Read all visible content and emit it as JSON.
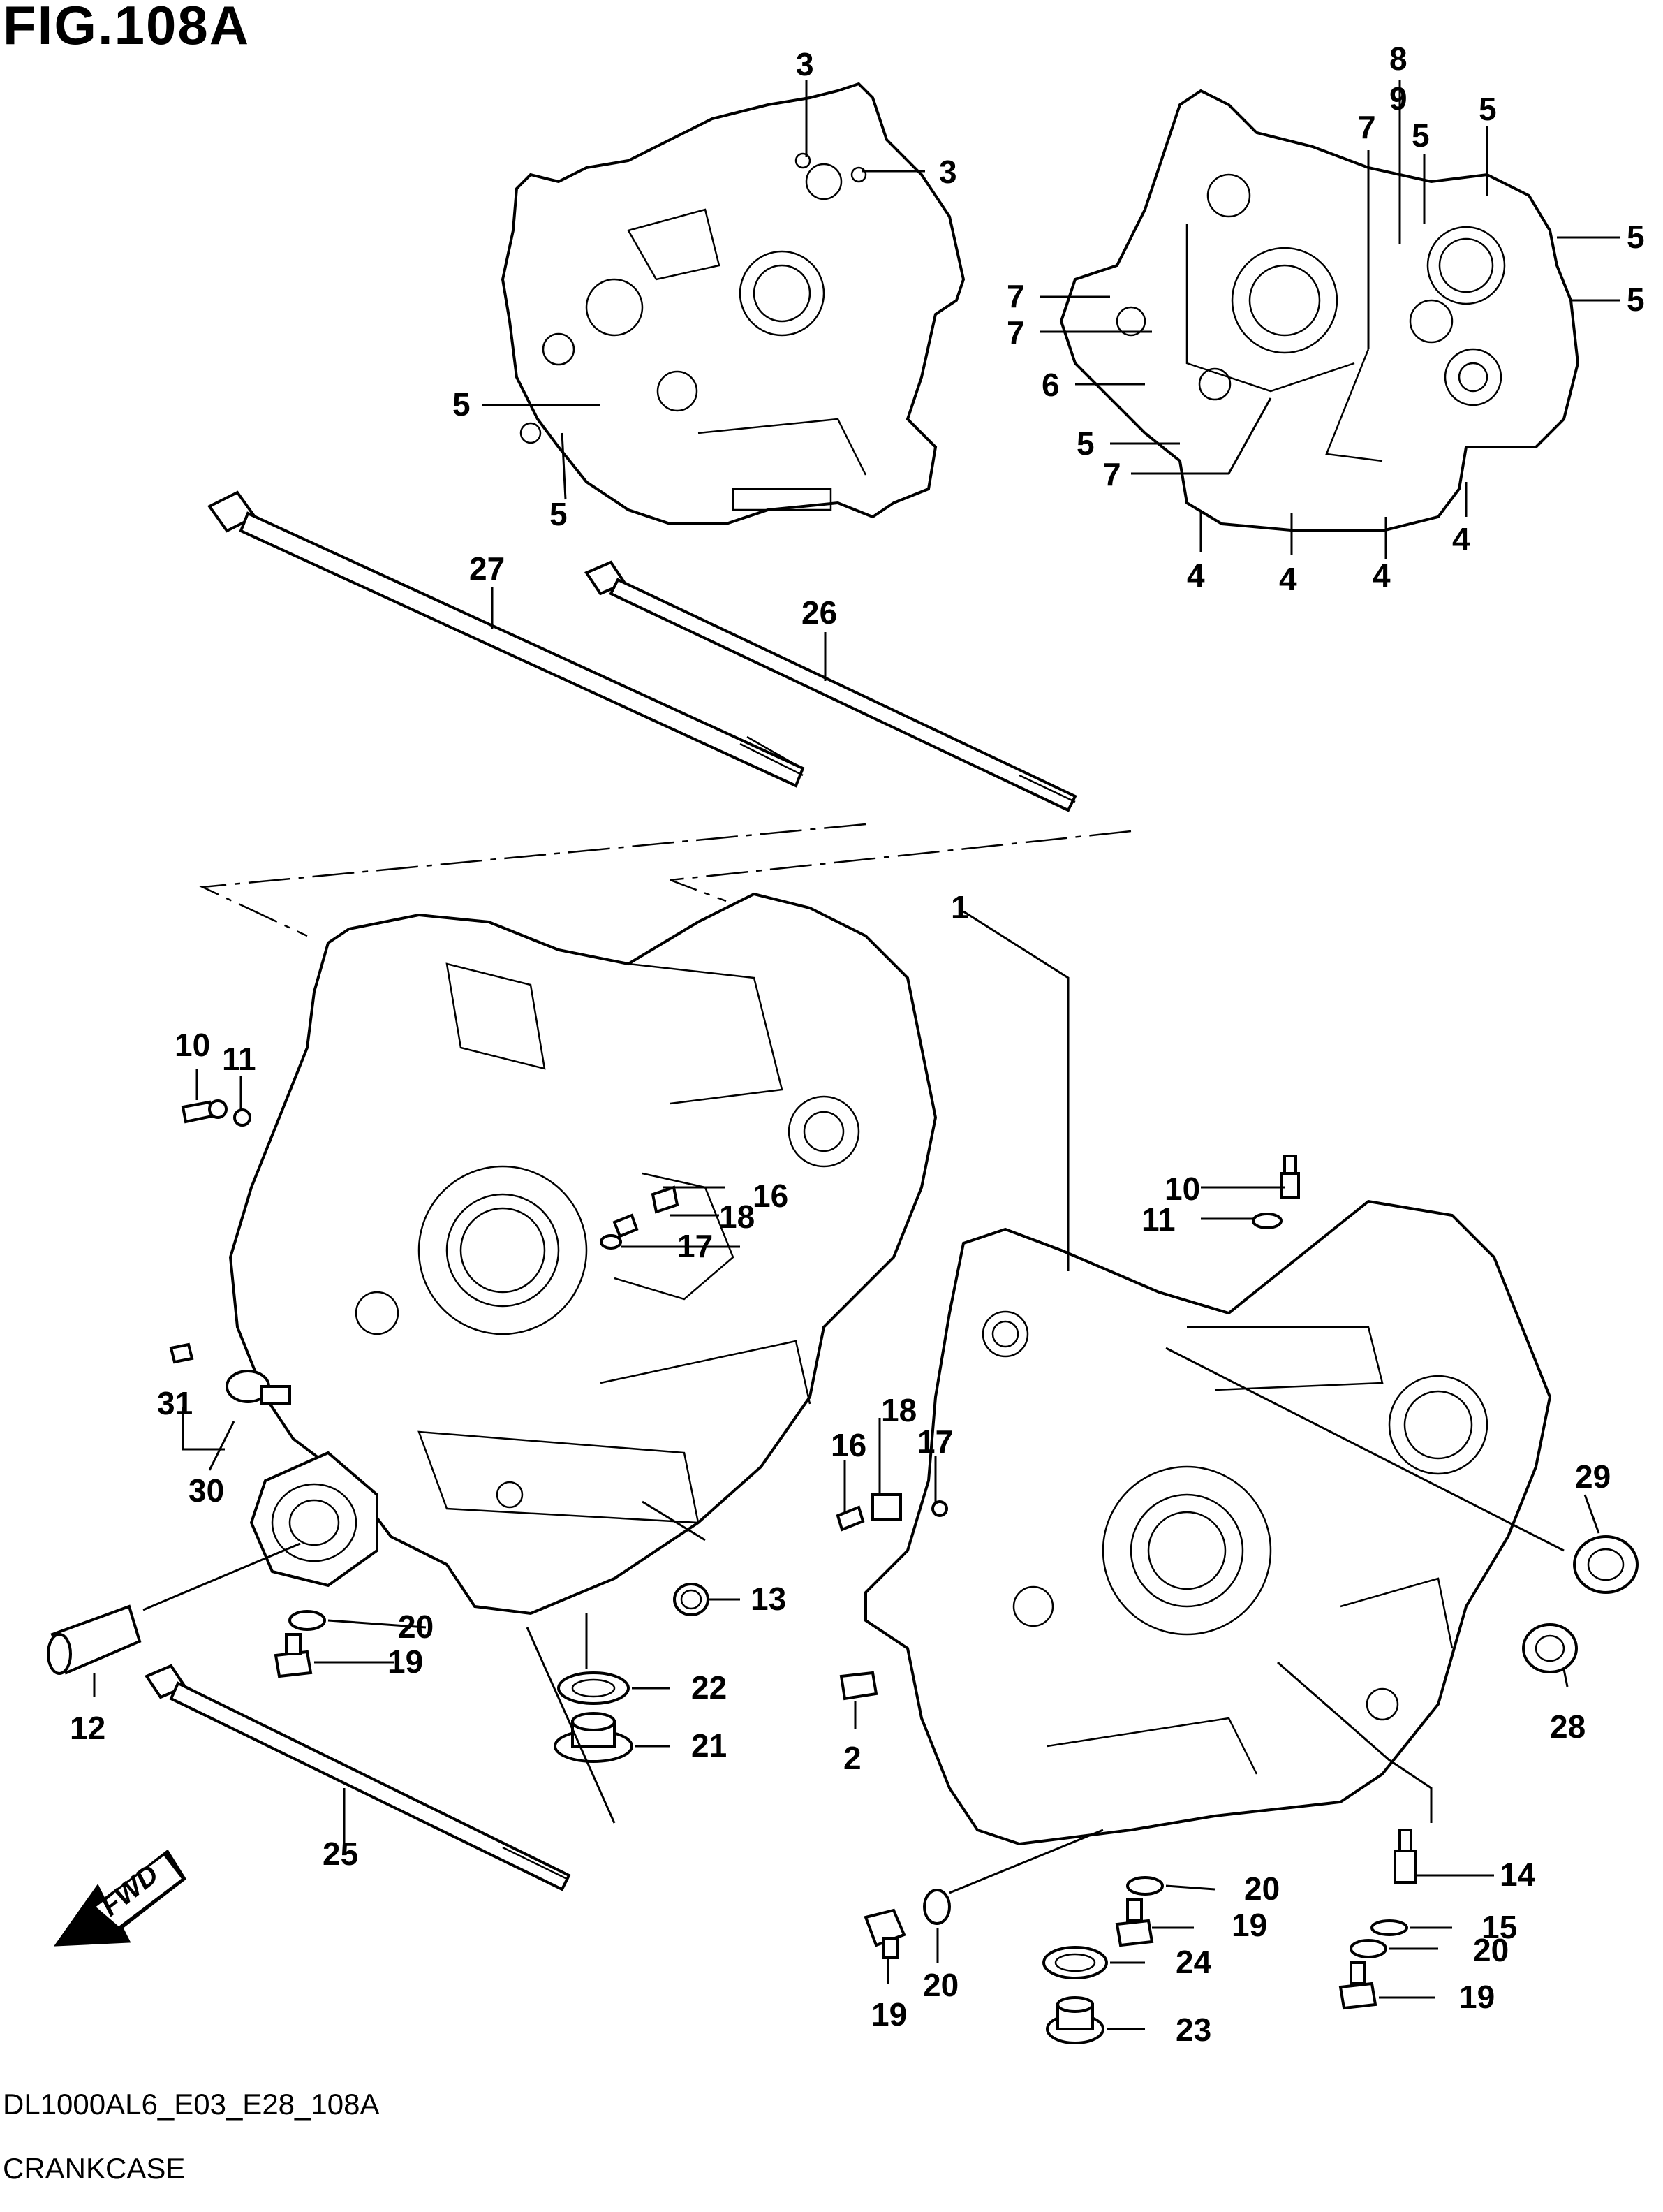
{
  "figure": {
    "title": "FIG.108A",
    "code": "DL1000AL6_E03_E28_108A",
    "name": "CRANKCASE"
  },
  "fwd_label": "FWD",
  "callouts": [
    {
      "id": "c-3a",
      "text": "3"
    },
    {
      "id": "c-3b",
      "text": "3"
    },
    {
      "id": "c-5a",
      "text": "5"
    },
    {
      "id": "c-5b",
      "text": "5"
    },
    {
      "id": "c-8",
      "text": "8"
    },
    {
      "id": "c-9",
      "text": "9"
    },
    {
      "id": "c-7a",
      "text": "7"
    },
    {
      "id": "c-5c",
      "text": "5"
    },
    {
      "id": "c-5d",
      "text": "5"
    },
    {
      "id": "c-5e",
      "text": "5"
    },
    {
      "id": "c-5f",
      "text": "5"
    },
    {
      "id": "c-7b",
      "text": "7"
    },
    {
      "id": "c-7c",
      "text": "7"
    },
    {
      "id": "c-6",
      "text": "6"
    },
    {
      "id": "c-5g",
      "text": "5"
    },
    {
      "id": "c-7d",
      "text": "7"
    },
    {
      "id": "c-4a",
      "text": "4"
    },
    {
      "id": "c-4b",
      "text": "4"
    },
    {
      "id": "c-4c",
      "text": "4"
    },
    {
      "id": "c-4d",
      "text": "4"
    },
    {
      "id": "c-27",
      "text": "27"
    },
    {
      "id": "c-26",
      "text": "26"
    },
    {
      "id": "c-1",
      "text": "1"
    },
    {
      "id": "c-10a",
      "text": "10"
    },
    {
      "id": "c-11a",
      "text": "11"
    },
    {
      "id": "c-16a",
      "text": "16"
    },
    {
      "id": "c-18a",
      "text": "18"
    },
    {
      "id": "c-17a",
      "text": "17"
    },
    {
      "id": "c-10b",
      "text": "10"
    },
    {
      "id": "c-11b",
      "text": "11"
    },
    {
      "id": "c-31",
      "text": "31"
    },
    {
      "id": "c-30",
      "text": "30"
    },
    {
      "id": "c-18b",
      "text": "18"
    },
    {
      "id": "c-16b",
      "text": "16"
    },
    {
      "id": "c-17b",
      "text": "17"
    },
    {
      "id": "c-29",
      "text": "29"
    },
    {
      "id": "c-13",
      "text": "13"
    },
    {
      "id": "c-20a",
      "text": "20"
    },
    {
      "id": "c-19a",
      "text": "19"
    },
    {
      "id": "c-12",
      "text": "12"
    },
    {
      "id": "c-22",
      "text": "22"
    },
    {
      "id": "c-21",
      "text": "21"
    },
    {
      "id": "c-2",
      "text": "2"
    },
    {
      "id": "c-28",
      "text": "28"
    },
    {
      "id": "c-25",
      "text": "25"
    },
    {
      "id": "c-14",
      "text": "14"
    },
    {
      "id": "c-20b",
      "text": "20"
    },
    {
      "id": "c-19b",
      "text": "19"
    },
    {
      "id": "c-15",
      "text": "15"
    },
    {
      "id": "c-24",
      "text": "24"
    },
    {
      "id": "c-20c",
      "text": "20"
    },
    {
      "id": "c-19c",
      "text": "19"
    },
    {
      "id": "c-20d",
      "text": "20"
    },
    {
      "id": "c-19d",
      "text": "19"
    },
    {
      "id": "c-23",
      "text": "23"
    }
  ]
}
